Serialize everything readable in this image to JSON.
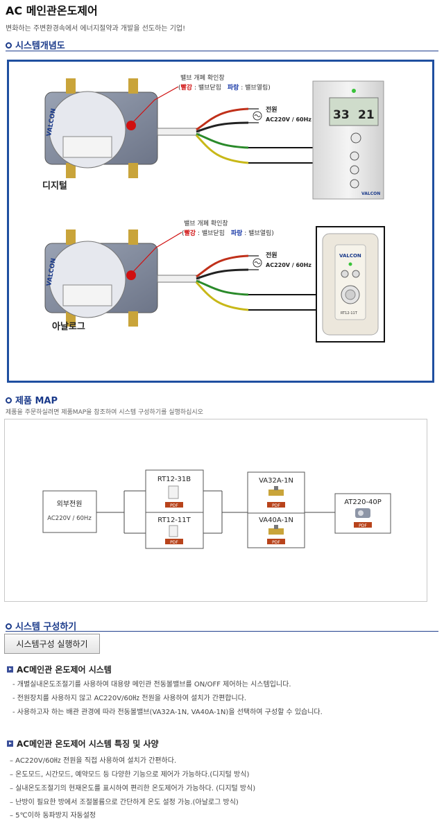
{
  "header": {
    "title": "AC 메인관온도제어",
    "subtitle": "변화하는 주변환경속에서 에너지절약과 개발을 선도하는 기업!"
  },
  "sections": {
    "concept": "시스템개념도",
    "map": "제품 MAP",
    "config": "시스템 구성하기"
  },
  "concept": {
    "digital": {
      "caption": "디지털",
      "window_title": "밸브 개폐 확인창",
      "red_label": "빨강",
      "red_desc": " : 밸브닫힘",
      "blue_label": "파랑",
      "blue_desc": " : 밸브열림",
      "power_label": "전원",
      "power_spec": "AC220V / 60Hz",
      "display_left": "33",
      "display_right": "21",
      "brand": "VALCON"
    },
    "analog": {
      "caption": "아날로그",
      "window_title": "밸브 개폐 확인창",
      "red_label": "빨강",
      "red_desc": " : 밸브닫힘",
      "blue_label": "파랑",
      "blue_desc": " : 밸브열림",
      "power_label": "전원",
      "power_spec": "AC220V / 60Hz",
      "brand": "VALCON",
      "model": "RT12-11T"
    }
  },
  "map": {
    "description": "제품을 주문하실려면 제품MAP을 참조하여 시스템 구성하기를 실행하십시오",
    "source": {
      "title": "외부전원",
      "spec": "AC220V / 60Hz"
    },
    "controllers": [
      {
        "name": "RT12-31B",
        "badge": "PDF"
      },
      {
        "name": "RT12-11T",
        "badge": "PDF"
      }
    ],
    "valves": [
      {
        "name": "VA32A-1N",
        "badge": "PDF"
      },
      {
        "name": "VA40A-1N",
        "badge": "PDF"
      }
    ],
    "actuator": {
      "name": "AT220-40P",
      "badge": "PDF"
    }
  },
  "config": {
    "run_button": "시스템구성 실행하기"
  },
  "features": [
    {
      "title": "AC메인관 온도제어 시스템",
      "lines": [
        "- 개별실내온도조절기를 사용하여 대용량 메인관 전동볼밸브를 ON/OFF 제어하는 시스템입니다.",
        "- 전원장치를 사용하지 않고 AC220V/60㎐ 전원을 사용하여 설치가 간편합니다.",
        "- 사용하고자 하는 배관 관경에 따라 전동볼밸브(VA32A-1N, VA40A-1N)을 선택하여 구성할 수 있습니다."
      ]
    },
    {
      "title": "AC메인관 온도제어 시스템 특징 및 사양",
      "lines": [
        "– AC220V/60㎐ 전원을 직접 사용하여 설치가 간편하다.",
        "– 온도모드, 시간모드, 예약모드 등 다양한 기능으로 제어가 가능하다.(디지털 방식)",
        "– 실내온도조절기의 현재온도를 표시하여 편리한 온도제어가 가능하다. (디지털 방식)",
        "– 난방이 필요한 방에서 조절볼륨으로 간단하게 온도 설정 가능.(아날로그 방식)",
        "– 5℃이하 동파방지 자동설정"
      ]
    }
  ],
  "colors": {
    "heading": "#1a3a8a",
    "frame": "#1f4fa0",
    "red": "#d01010",
    "blue": "#1a3aa8",
    "pdf": "#b8431b"
  }
}
